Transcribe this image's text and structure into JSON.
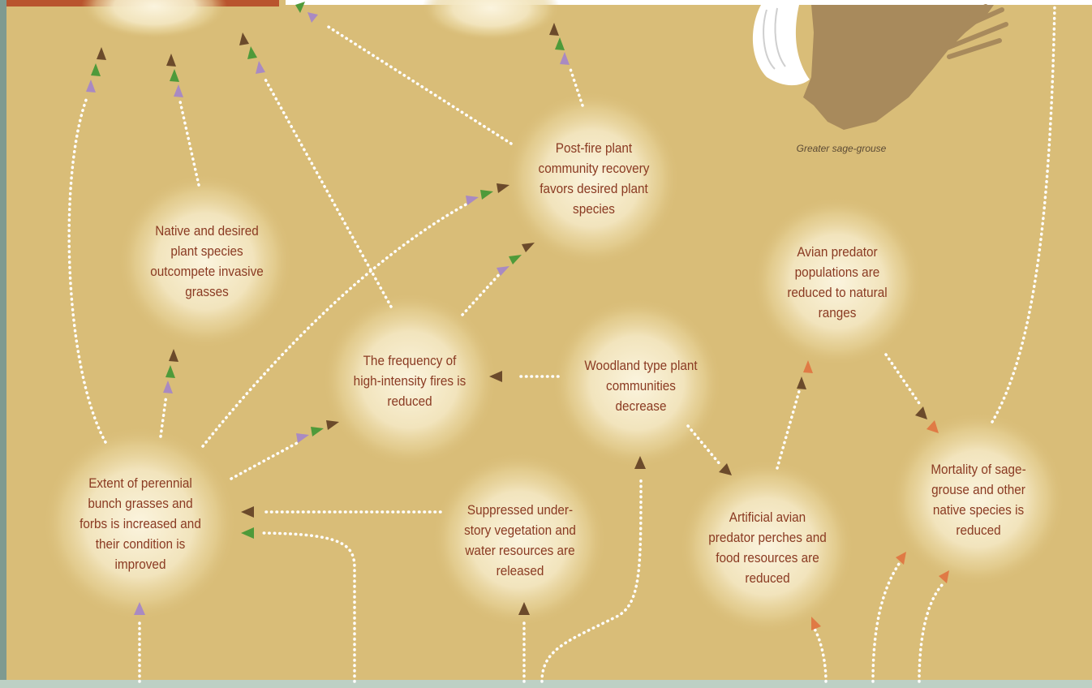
{
  "diagram": {
    "nodes": [
      {
        "id": "post-fire-recovery",
        "text": "Post-fire plant community recovery favors desired plant species"
      },
      {
        "id": "native-outcompete",
        "text": "Native and desired plant species outcompete invasive grasses"
      },
      {
        "id": "fire-frequency",
        "text": "The frequency of high-intensity fires is reduced"
      },
      {
        "id": "woodland-decrease",
        "text": "Woodland type plant communities decrease"
      },
      {
        "id": "avian-predator-populations",
        "text": "Avian predator populations are reduced to natural ranges"
      },
      {
        "id": "perennial-grasses",
        "text": "Extent of perennial bunch grasses and forbs is increased and their condition is improved"
      },
      {
        "id": "understory-released",
        "text": "Suppressed under-story vegetation and water resources are released"
      },
      {
        "id": "perches-reduced",
        "text": "Artificial avian predator perches and food resources are reduced"
      },
      {
        "id": "mortality-reduced",
        "text": "Mortality of sage-grouse and other native species is reduced"
      }
    ],
    "caption": "Greater sage-grouse",
    "colors": {
      "background": "#d9bd78",
      "node_glow": "#f6ecd0",
      "text": "#8a3a22",
      "arrow_brown": "#6b4a2b",
      "arrow_green": "#4e9a3a",
      "arrow_purple": "#a98ac2",
      "arrow_orange": "#e07a45",
      "bottom_band": "#bdd0c4"
    }
  }
}
